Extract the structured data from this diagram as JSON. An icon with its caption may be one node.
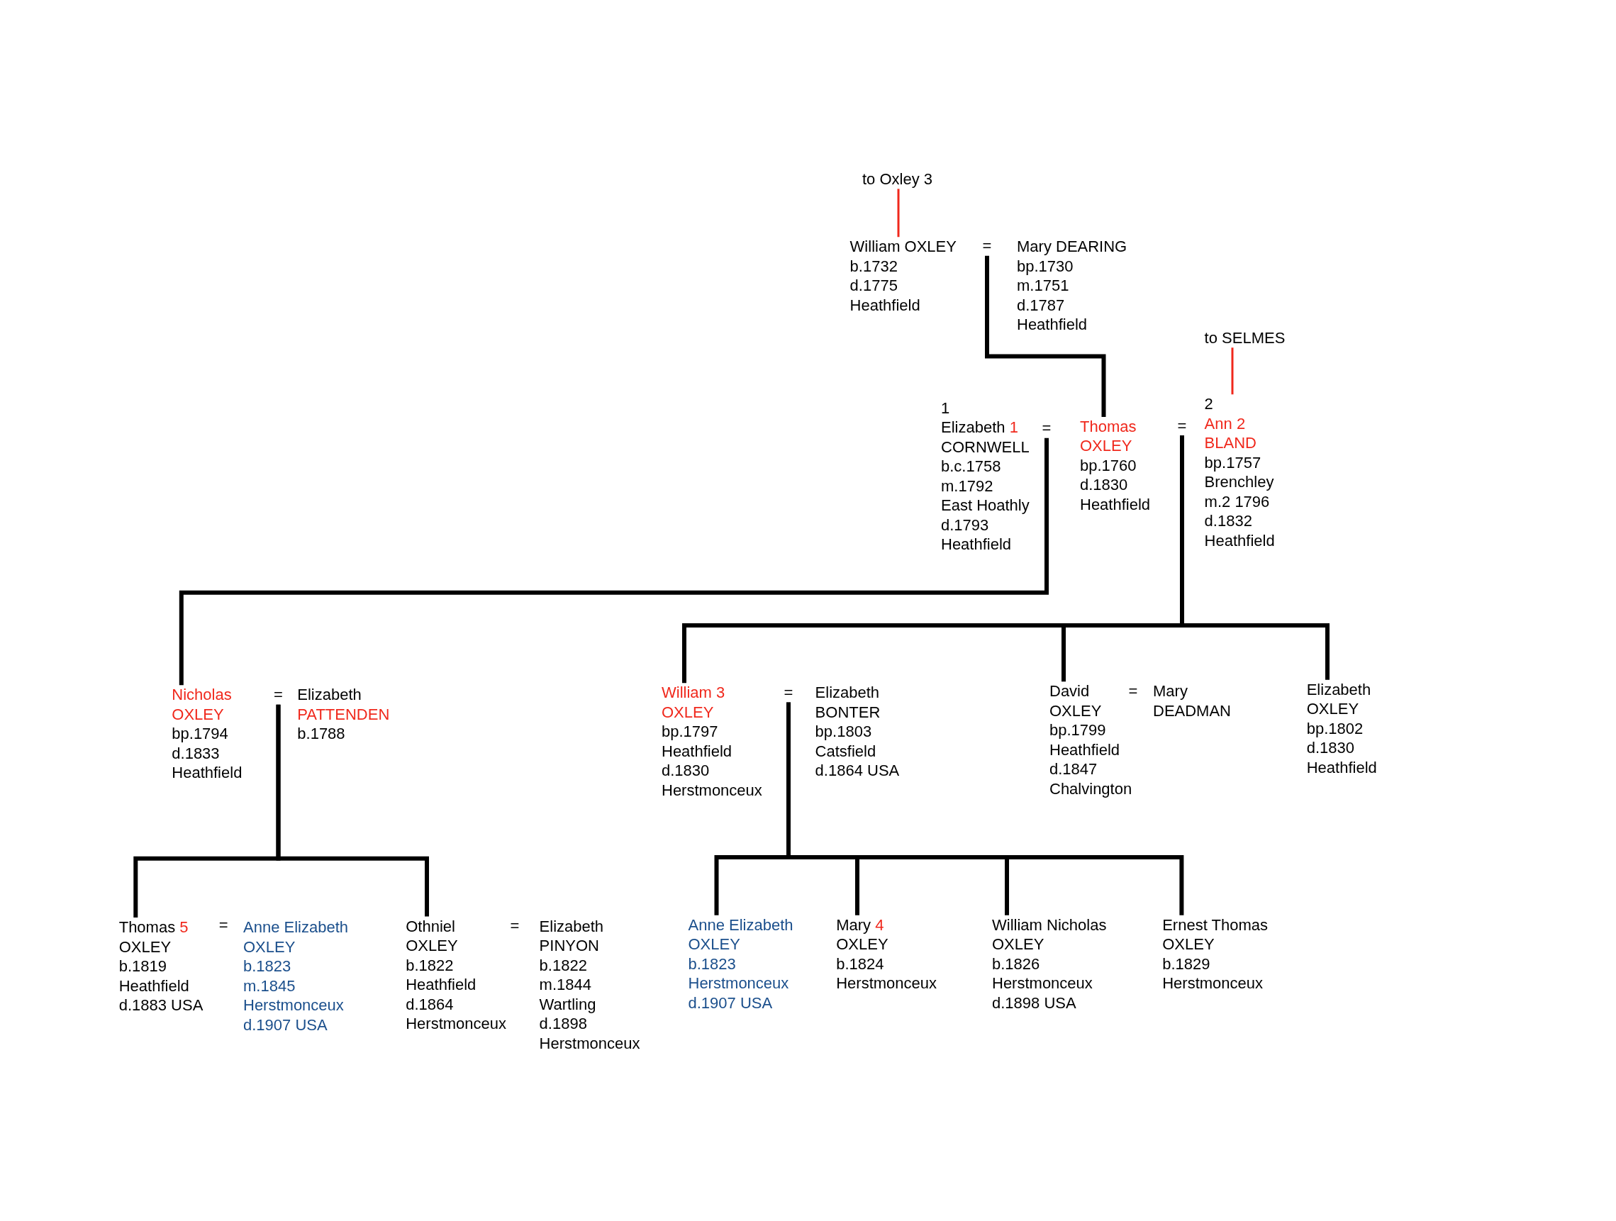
{
  "diagram": {
    "nodes": [
      {
        "text": [
          "to Oxley 3"
        ]
      },
      {
        "text": [
          "William OXLEY",
          "b.1732",
          "d.1775",
          "Heathfield"
        ]
      },
      {
        "text": [
          "="
        ]
      },
      {
        "text": [
          "Mary DEARING",
          "bp.1730",
          "m.1751",
          "d.1787",
          "Heathfield"
        ]
      },
      {
        "text": [
          "to SELMES"
        ]
      },
      {
        "text": [
          "1",
          "Elizabeth 1 CORNWELL",
          "b.c.1758",
          "m.1792",
          "East Hoathly",
          "d.1793",
          "Heathfield"
        ]
      },
      {
        "text": [
          "="
        ]
      },
      {
        "text": [
          "Thomas OXLEY",
          "bp.1760",
          "d.1830",
          "Heathfield"
        ]
      },
      {
        "text": [
          "="
        ]
      },
      {
        "text": [
          "2",
          "Ann 2 BLAND",
          "bp.1757",
          "Brenchley",
          "m.2 1796",
          "d.1832",
          "Heathfield"
        ]
      },
      {
        "text": [
          "Nicholas OXLEY",
          "bp.1794",
          "d.1833",
          "Heathfield"
        ]
      },
      {
        "text": [
          "="
        ]
      },
      {
        "text": [
          "Elizabeth PATTENDEN",
          "b.1788"
        ]
      },
      {
        "text": [
          "William 3 OXLEY",
          "bp.1797",
          "Heathfield",
          "d.1830",
          "Herstmonceux"
        ]
      },
      {
        "text": [
          "="
        ]
      },
      {
        "text": [
          "Elizabeth BONTER",
          "bp.1803",
          "Catsfield",
          "d.1864 USA"
        ]
      },
      {
        "text": [
          "David OXLEY",
          "bp.1799",
          "Heathfield",
          "d.1847",
          "Chalvington"
        ]
      },
      {
        "text": [
          "Mary DEADMAN"
        ]
      },
      {
        "text": [
          "Elizabeth OXLEY",
          "bp.1802",
          "d.1830",
          "Heathfield"
        ]
      },
      {
        "text": [
          "Thomas 5 OXLEY",
          "b.1819",
          "Heathfield",
          "d.1883 USA"
        ]
      },
      {
        "text": [
          "Anne Elizabeth OXLEY",
          "b.1823",
          "m.1845",
          "Herstmonceux",
          "d.1907 USA"
        ]
      },
      {
        "text": [
          "Othniel OXLEY",
          "b.1822",
          "Heathfield",
          "d.1864",
          "Herstmonceux"
        ]
      },
      {
        "text": [
          "Elizabeth PINYON",
          "b.1822",
          "m.1844",
          "Wartling",
          "d.1898",
          "Herstmonceux"
        ]
      },
      {
        "text": [
          "Anne Elizabeth OXLEY",
          "b.1823",
          "Herstmonceux",
          "d.1907 USA"
        ]
      },
      {
        "text": [
          "Mary 4 OXLEY",
          "b.1824",
          "Herstmonceux"
        ]
      },
      {
        "text": [
          "William Nicholas OXLEY",
          "b.1826",
          "Herstmonceux",
          "d.1898 USA"
        ]
      },
      {
        "text": [
          "Ernest Thomas OXLEY",
          "b.1829",
          "Herstmonceux"
        ]
      }
    ],
    "edges": [
      {
        "from": 0,
        "to": 1,
        "arrow": "none",
        "color": "#f0281c"
      },
      {
        "from": 4,
        "to": 9,
        "arrow": "none",
        "color": "#f0281c"
      },
      {
        "from": 2,
        "to": 7,
        "arrow": "none"
      },
      {
        "from": 6,
        "to": 10,
        "arrow": "none"
      },
      {
        "from": 8,
        "to": 13,
        "arrow": "none"
      },
      {
        "from": 8,
        "to": 16,
        "arrow": "none"
      },
      {
        "from": 8,
        "to": 18,
        "arrow": "none"
      },
      {
        "from": 11,
        "to": 19,
        "arrow": "none"
      },
      {
        "from": 11,
        "to": 21,
        "arrow": "none"
      },
      {
        "from": 14,
        "to": 23,
        "arrow": "none"
      },
      {
        "from": 14,
        "to": 24,
        "arrow": "none"
      },
      {
        "from": 14,
        "to": 25,
        "arrow": "none"
      },
      {
        "from": 14,
        "to": 26,
        "arrow": "none"
      }
    ],
    "labels": [
      "=",
      "=",
      "="
    ]
  }
}
